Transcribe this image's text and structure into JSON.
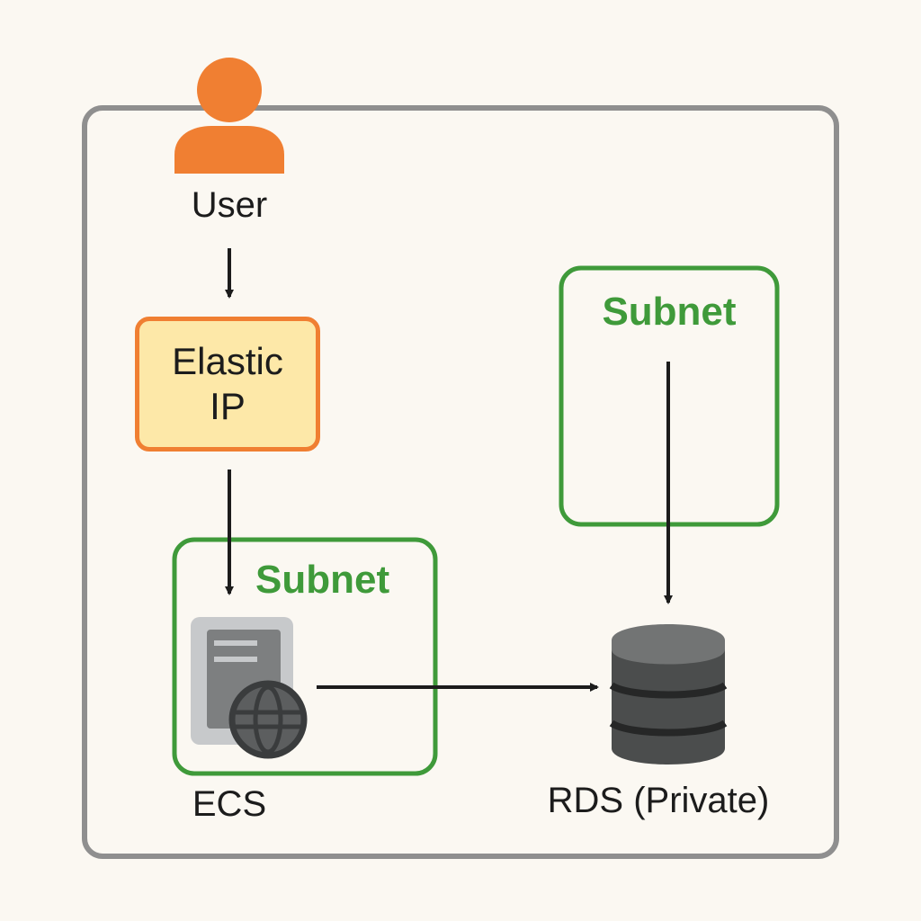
{
  "nodes": {
    "user": {
      "label": "User"
    },
    "elastic_ip": {
      "line1": "Elastic",
      "line2": "IP"
    },
    "subnet_public": {
      "label": "Subnet"
    },
    "subnet_private": {
      "label": "Subnet"
    },
    "ecs": {
      "label": "ECS"
    },
    "rds": {
      "label": "RDS (Private)"
    }
  },
  "colors": {
    "background": "#fbf8f2",
    "frame": "#8f8f8f",
    "user": "#f07f32",
    "eip_border": "#f07f32",
    "eip_fill": "#fde8a8",
    "subnet": "#3f9a3a",
    "server": "#7d7f80",
    "database": "#4b4d4d",
    "arrow": "#1c1c1c"
  },
  "icons": [
    "user-icon",
    "server-icon",
    "globe-icon",
    "database-icon"
  ]
}
